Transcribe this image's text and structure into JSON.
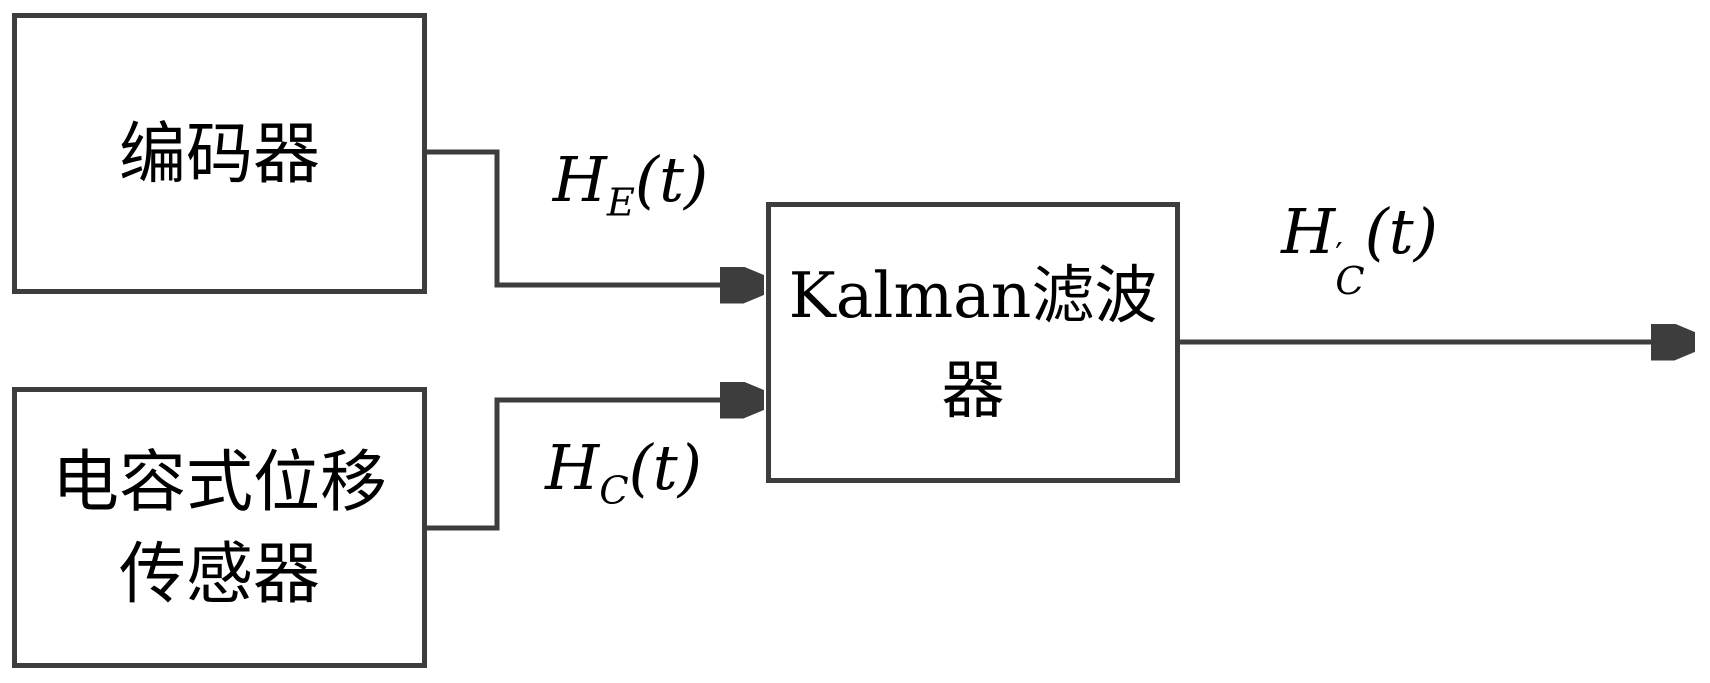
{
  "colors": {
    "background": "#ffffff",
    "line": "#3d3d3d",
    "text": "#000000"
  },
  "boxes": {
    "encoder": {
      "label": "编码器"
    },
    "capacitive_sensor": {
      "line1": "电容式位移",
      "line2": "传感器"
    },
    "kalman_filter": {
      "line1": "Kalman滤波",
      "line2": "器"
    }
  },
  "signal_labels": {
    "encoder_output": {
      "base": "H",
      "subscript": "E",
      "argument": "(t)"
    },
    "sensor_output": {
      "base": "H",
      "subscript": "C",
      "argument": "(t)"
    },
    "filter_output": {
      "base": "H",
      "prime": "′",
      "subscript": "C",
      "argument": "(t)"
    }
  }
}
